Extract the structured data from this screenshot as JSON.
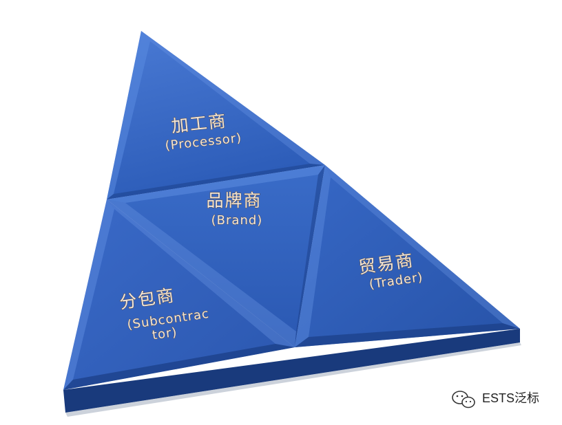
{
  "diagram": {
    "segments": [
      {
        "id": "processor",
        "label_zh": "加工商",
        "label_en": "(Processor)"
      },
      {
        "id": "brand",
        "label_zh": "品牌商",
        "label_en": "(Brand)"
      },
      {
        "id": "trader",
        "label_zh": "贸易商",
        "label_en": "(Trader)"
      },
      {
        "id": "subcontractor",
        "label_zh": "分包商",
        "label_en_line1": "(Subcontrac",
        "label_en_line2": "tor)"
      }
    ],
    "colors": {
      "face": "#2f5fbe",
      "face_light": "#4a7fd8",
      "face_dark": "#1f4694",
      "side": "#1c3f86"
    }
  },
  "watermark": {
    "text": "ESTS泛标"
  }
}
